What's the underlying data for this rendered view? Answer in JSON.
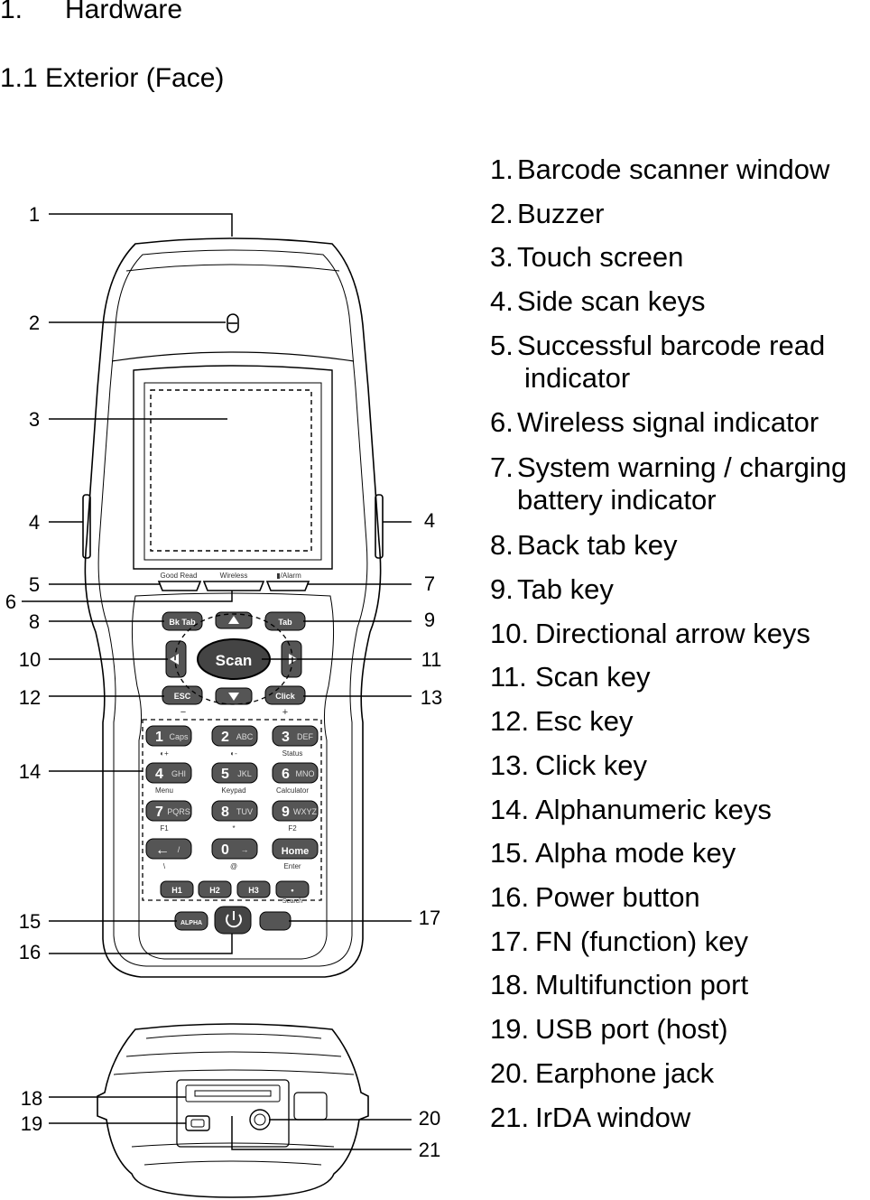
{
  "heading": {
    "number": "1.",
    "title": "Hardware"
  },
  "subheading": "1.1 Exterior (Face)",
  "legend": [
    {
      "n": "1.",
      "t": "Barcode scanner window"
    },
    {
      "n": "2.",
      "t": "Buzzer"
    },
    {
      "n": "3.",
      "t": "Touch screen"
    },
    {
      "n": "4.",
      "t": "Side scan keys"
    },
    {
      "n": "5.",
      "t": "Successful barcode read",
      "t2": "indicator"
    },
    {
      "n": "6.",
      "t": "Wireless signal indicator"
    },
    {
      "n": "7.",
      "t": "System warning / charging",
      "t2": "battery indicator"
    },
    {
      "n": "8.",
      "t": "Back tab key"
    },
    {
      "n": "9.",
      "t": "Tab key"
    },
    {
      "n": "10.",
      "t": "Directional arrow keys"
    },
    {
      "n": "11.",
      "t": "Scan key"
    },
    {
      "n": "12.",
      "t": "Esc key"
    },
    {
      "n": "13.",
      "t": "Click key"
    },
    {
      "n": "14.",
      "t": "Alphanumeric keys"
    },
    {
      "n": "15.",
      "t": "Alpha mode key"
    },
    {
      "n": "16.",
      "t": "Power button"
    },
    {
      "n": "17.",
      "t": "FN (function) key"
    },
    {
      "n": "18.",
      "t": "Multifunction port"
    },
    {
      "n": "19.",
      "t": "USB port (host)"
    },
    {
      "n": "20.",
      "t": "Earphone jack"
    },
    {
      "n": "21.",
      "t": "IrDA window"
    }
  ],
  "callouts": [
    "1",
    "2",
    "3",
    "4",
    "4",
    "5",
    "6",
    "7",
    "8",
    "9",
    "10",
    "11",
    "12",
    "13",
    "14",
    "15",
    "16",
    "17",
    "18",
    "19",
    "20",
    "21"
  ],
  "device": {
    "indicators": [
      "Good Read",
      "Wireless",
      "▮/Alarm"
    ],
    "nav": {
      "bktab": "Bk Tab",
      "tab": "Tab",
      "scan": "Scan",
      "esc": "ESC",
      "click": "Click",
      "minus": "−",
      "plus": "+"
    },
    "keys": [
      {
        "d": "1",
        "l": "Caps",
        "s": "◐+"
      },
      {
        "d": "2",
        "l": "ABC",
        "s": "◐-"
      },
      {
        "d": "3",
        "l": "DEF",
        "s": "Status"
      },
      {
        "d": "4",
        "l": "GHI",
        "s": "Menu"
      },
      {
        "d": "5",
        "l": "JKL",
        "s": "Keypad"
      },
      {
        "d": "6",
        "l": "MNO",
        "s": "Calculator"
      },
      {
        "d": "7",
        "l": "PQRS",
        "s": "F1"
      },
      {
        "d": "8",
        "l": "TUV",
        "s": "*"
      },
      {
        "d": "9",
        "l": "WXYZ",
        "s": "F2"
      },
      {
        "d": "←",
        "l": "/",
        "s": "\\"
      },
      {
        "d": "0",
        "l": "→",
        "s": "@"
      },
      {
        "d": "Home",
        "l": "",
        "s": "Enter"
      }
    ],
    "hkeys": [
      "H1",
      "H2",
      "H3",
      "•"
    ],
    "search_label": "Search",
    "alpha": "ALPHA"
  }
}
